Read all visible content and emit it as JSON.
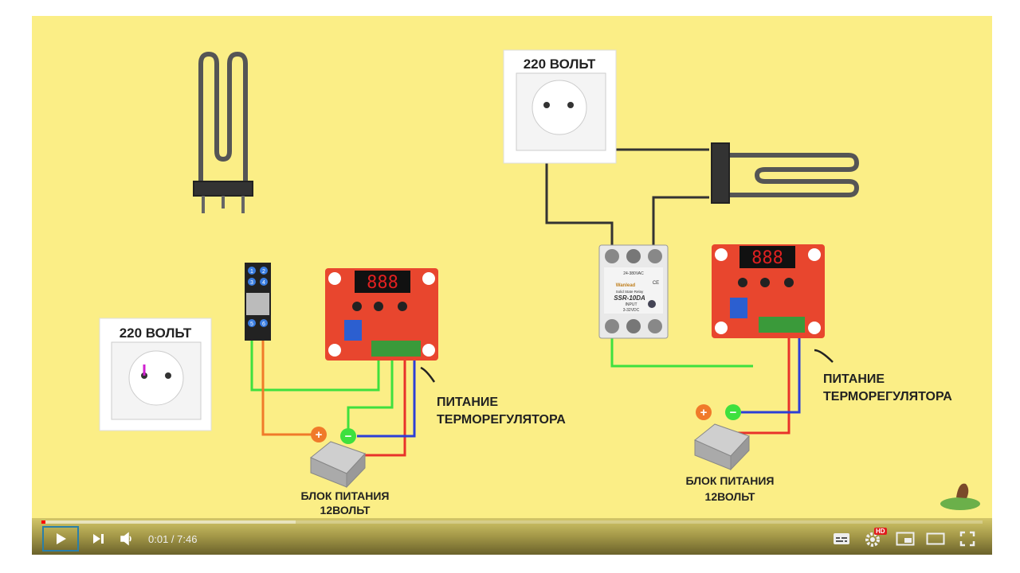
{
  "video": {
    "left_socket_label": "220 ВОЛЬТ",
    "right_socket_label": "220 ВОЛЬТ",
    "terminal_numbers": [
      "1",
      "2",
      "3",
      "4",
      "5",
      "6"
    ],
    "left_power_label_1": "ПИТАНИЕ",
    "left_power_label_2": "ТЕРМОРЕГУЛЯТОРА",
    "right_power_label_1": "ПИТАНИЕ",
    "right_power_label_2": "ТЕРМОРЕГУЛЯТОРА",
    "left_psu_label_1": "БЛОК ПИТАНИЯ",
    "left_psu_label_2": "12ВОЛЬТ",
    "right_psu_label_1": "БЛОК ПИТАНИЯ",
    "right_psu_label_2": "12ВОЛЬТ",
    "thermostat_display": "888",
    "ssr": {
      "voltage_ac": "24-380VAC",
      "brand": "Wanlead",
      "type": "Solid State Relay",
      "model": "SSR-10DA",
      "input": "INPUT",
      "input_range": "3-32VDC",
      "ce": "CE"
    },
    "plus_sign": "+",
    "minus_sign": "−"
  },
  "player": {
    "current_time": "0:01",
    "separator": " / ",
    "duration": "7:46",
    "progress_fraction": 0.002,
    "buffered_fraction": 0.27,
    "hd_badge": "HD",
    "colors": {
      "progress": "#ff0000",
      "wire_green": "#3ee03e",
      "wire_red": "#e8322a",
      "wire_blue": "#2c3fd6",
      "wire_orange": "#f07a2a",
      "wire_black": "#333333",
      "background": "#fbee86"
    }
  }
}
